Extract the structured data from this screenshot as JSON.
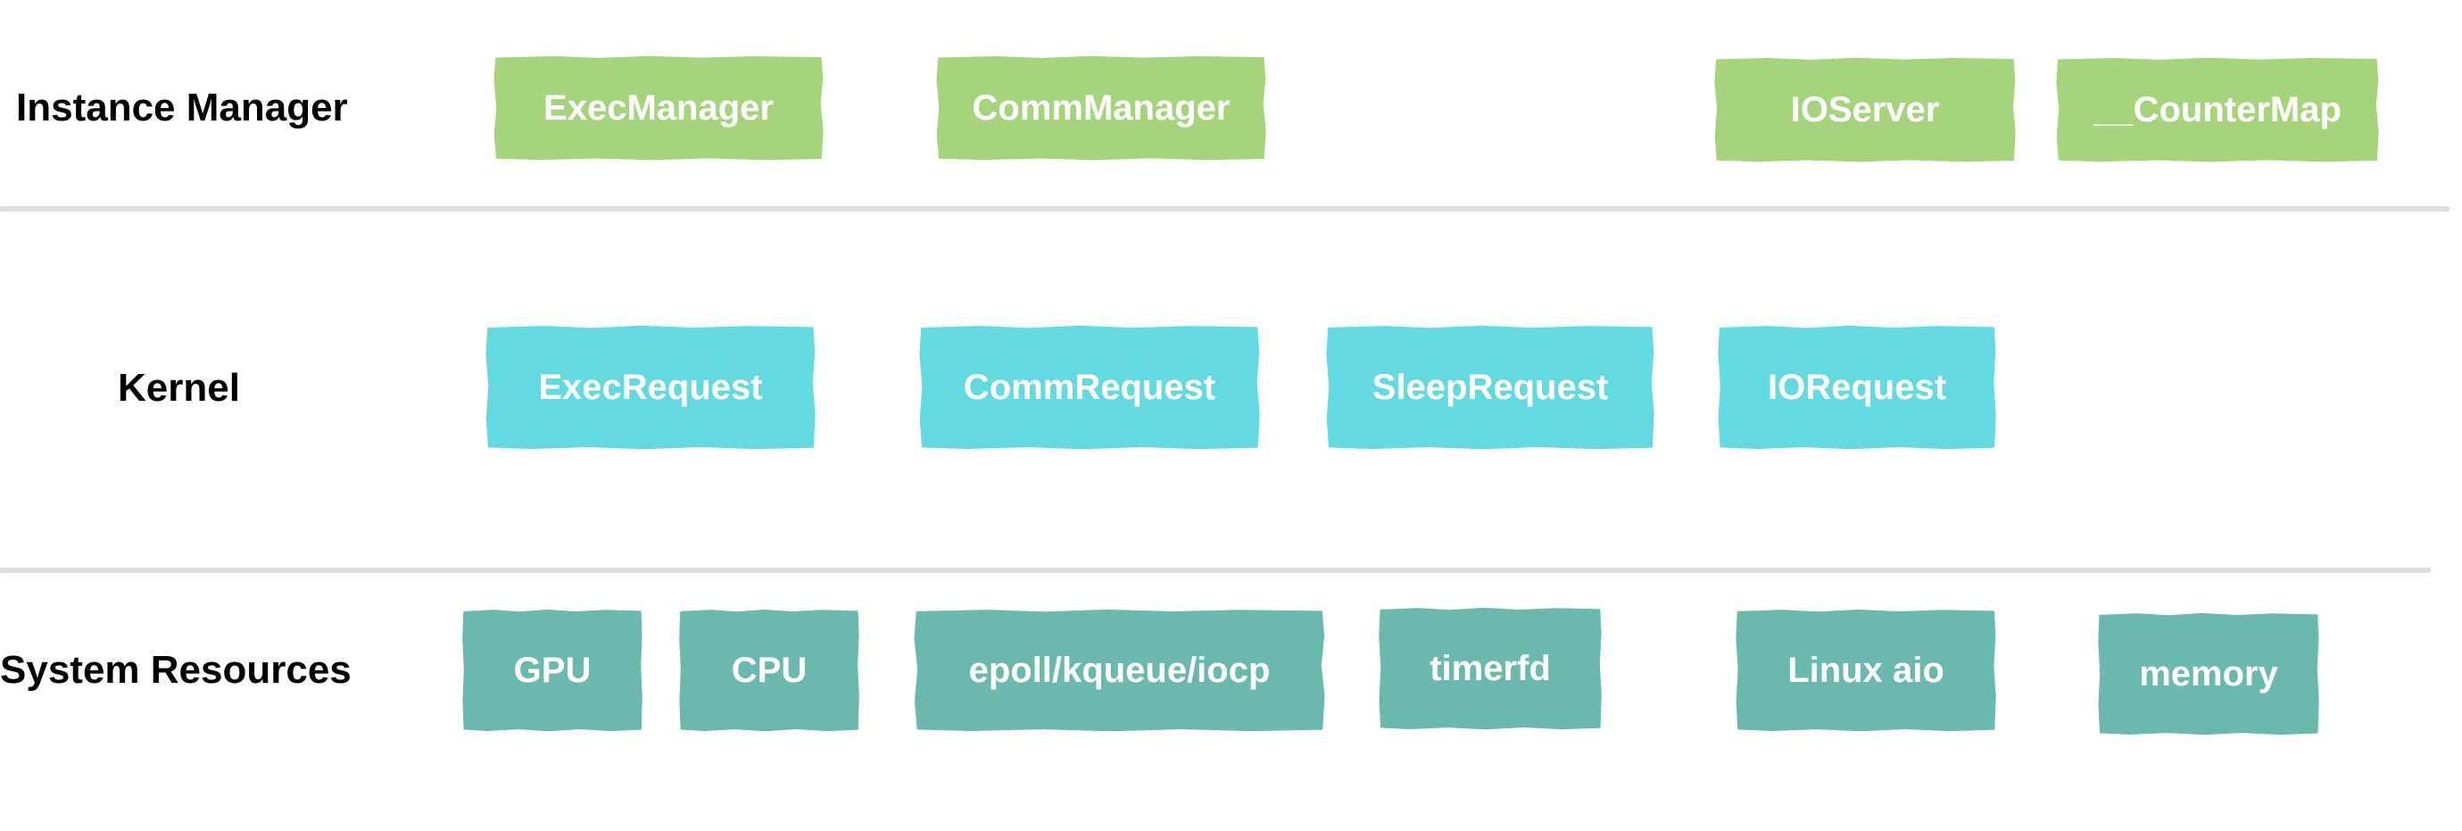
{
  "rows": {
    "instance_manager": {
      "label": "Instance Manager",
      "boxes": [
        "ExecManager",
        "CommManager",
        "IOServer",
        "__CounterMap"
      ]
    },
    "kernel": {
      "label": "Kernel",
      "boxes": [
        "ExecRequest",
        "CommRequest",
        "SleepRequest",
        "IORequest"
      ]
    },
    "system_resources": {
      "label": "System Resources",
      "boxes": [
        "GPU",
        "CPU",
        "epoll/kqueue/iocp",
        "timerfd",
        "Linux aio",
        "memory"
      ]
    }
  },
  "colors": {
    "instance_manager": "#a5d47c",
    "kernel": "#63d9e2",
    "system_resources": "#6bb8ae",
    "divider": "#dddddd",
    "label_text": "#000000",
    "box_text": "#ffffff"
  }
}
